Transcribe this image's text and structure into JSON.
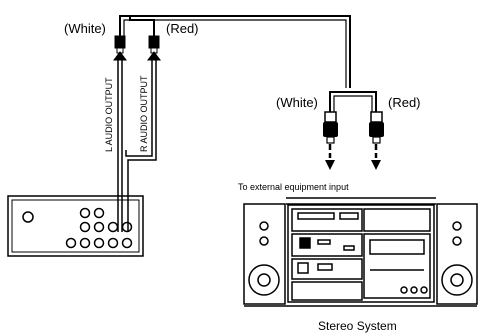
{
  "labels": {
    "left_white": "(White)",
    "left_red": "(Red)",
    "right_white": "(White)",
    "right_red": "(Red)",
    "l_audio_output": "L AUDIO OUTPUT",
    "r_audio_output": "R AUDIO OUTPUT",
    "external_input": "To external equipment input",
    "stereo_system": "Stereo System"
  }
}
